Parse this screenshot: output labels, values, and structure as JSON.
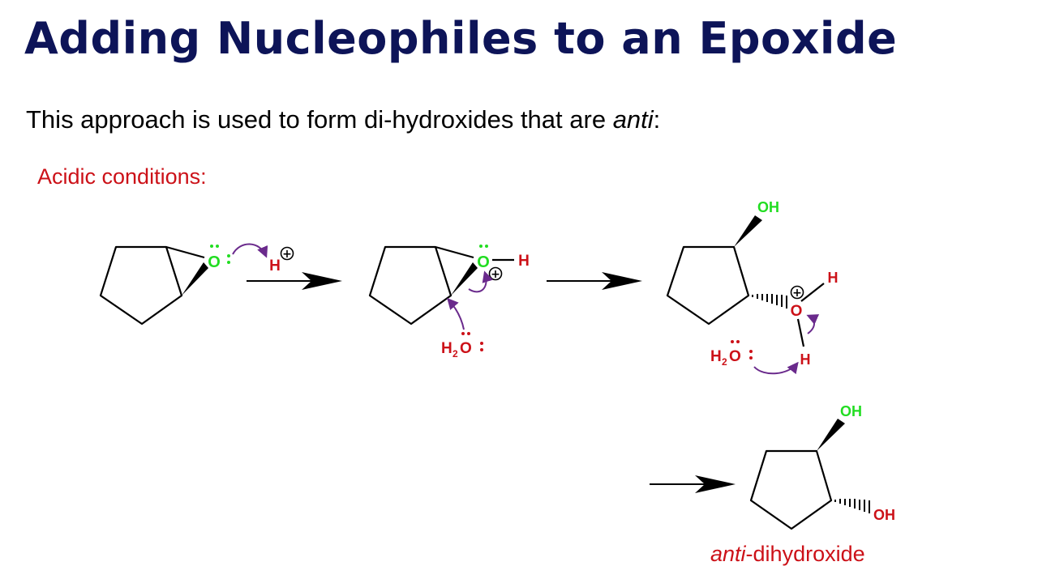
{
  "title": "Adding Nucleophiles to an Epoxide",
  "intro": {
    "text": "This approach is used to form di-hydroxides that are ",
    "emphasis": "anti",
    "suffix": ":"
  },
  "conditions_label": "Acidic conditions:",
  "labels": {
    "oxygen": "O",
    "hydrogen": "H",
    "hydroxyl": "OH",
    "water_h": "H",
    "water_sub": "2",
    "water_o": "O",
    "lone_pair": ":",
    "plus": "+"
  },
  "product_caption": {
    "emphasis": "anti",
    "text": "-dihydroxide"
  },
  "colors": {
    "title": "#0d1458",
    "red": "#cc1118",
    "green": "#22dd22",
    "purple": "#6a2a8c",
    "black": "#000000"
  }
}
